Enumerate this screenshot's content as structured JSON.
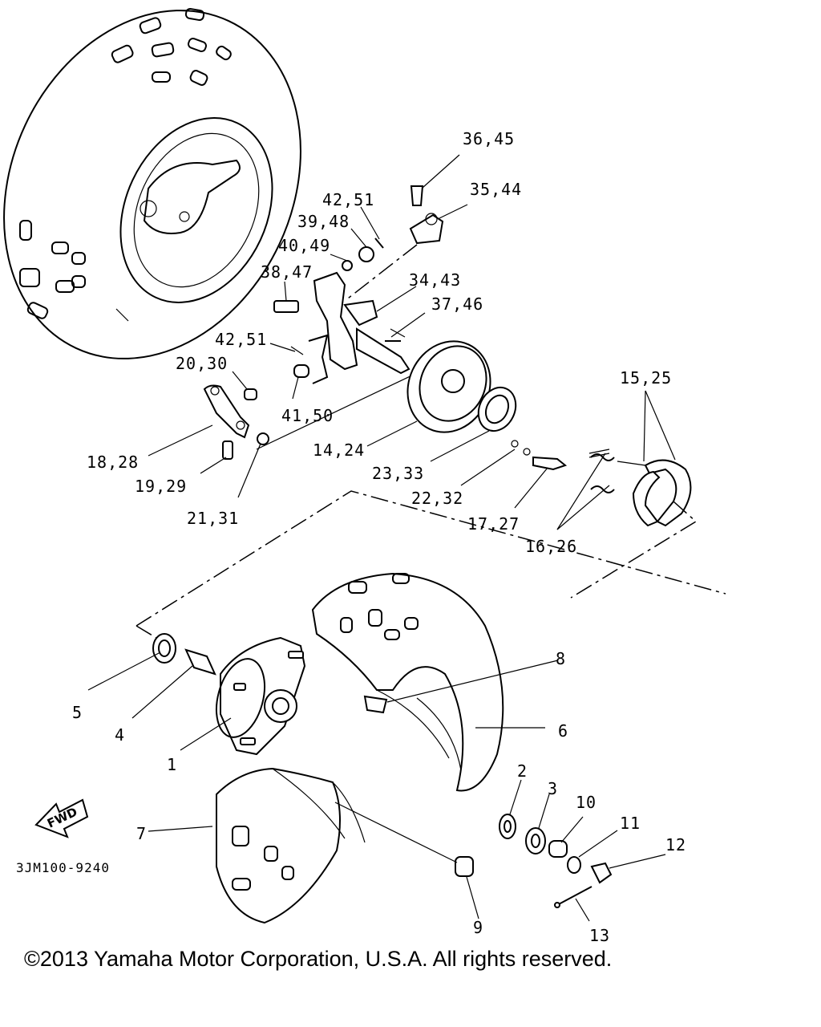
{
  "diagram": {
    "drawing_code": "3JM100-9240",
    "fwd_label": "FWD",
    "copyright": "©2013 Yamaha Motor Corporation, U.S.A. All rights reserved.",
    "callouts": [
      "36,45",
      "35,44",
      "42,51",
      "39,48",
      "40,49",
      "38,47",
      "34,43",
      "37,46",
      "42,51",
      "20,30",
      "41,50",
      "18,28",
      "19,29",
      "21,31",
      "14,24",
      "23,33",
      "22,32",
      "17,27",
      "15,25",
      "16,26",
      "8",
      "5",
      "4",
      "6",
      "1",
      "2",
      "3",
      "10",
      "11",
      "12",
      "7",
      "9",
      "13"
    ]
  }
}
